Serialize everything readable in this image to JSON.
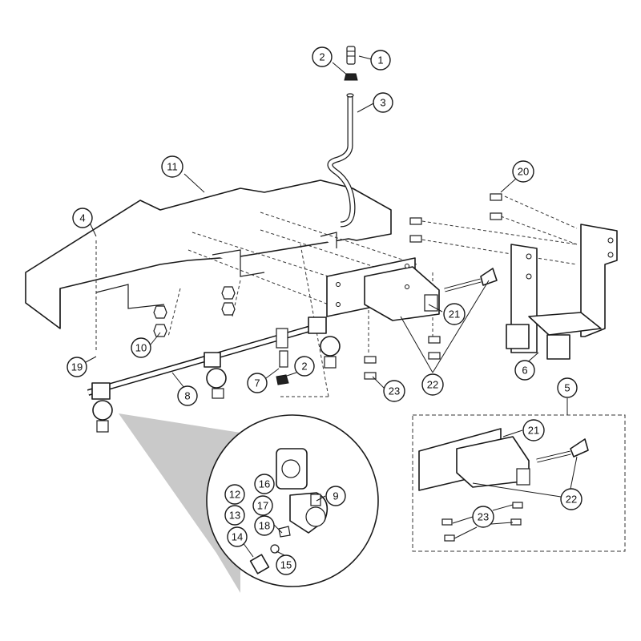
{
  "callouts": [
    {
      "id": "c1",
      "label": "1"
    },
    {
      "id": "c2a",
      "label": "2"
    },
    {
      "id": "c3",
      "label": "3"
    },
    {
      "id": "c4",
      "label": "4"
    },
    {
      "id": "c11",
      "label": "11"
    },
    {
      "id": "c20",
      "label": "20"
    },
    {
      "id": "c21a",
      "label": "21"
    },
    {
      "id": "c10",
      "label": "10"
    },
    {
      "id": "c19",
      "label": "19"
    },
    {
      "id": "c7",
      "label": "7"
    },
    {
      "id": "c2b",
      "label": "2"
    },
    {
      "id": "c8",
      "label": "8"
    },
    {
      "id": "c23a",
      "label": "23"
    },
    {
      "id": "c22a",
      "label": "22"
    },
    {
      "id": "c6",
      "label": "6"
    },
    {
      "id": "c5",
      "label": "5"
    },
    {
      "id": "c21b",
      "label": "21"
    },
    {
      "id": "c22b",
      "label": "22"
    },
    {
      "id": "c23b",
      "label": "23"
    },
    {
      "id": "c16",
      "label": "16"
    },
    {
      "id": "c9",
      "label": "9"
    },
    {
      "id": "c12",
      "label": "12"
    },
    {
      "id": "c17",
      "label": "17"
    },
    {
      "id": "c13",
      "label": "13"
    },
    {
      "id": "c18",
      "label": "18"
    },
    {
      "id": "c14",
      "label": "14"
    },
    {
      "id": "c15",
      "label": "15"
    }
  ],
  "colors": {
    "line": "#1a1a1a",
    "detail_cone": "#c9c9c9",
    "background": "#ffffff"
  }
}
